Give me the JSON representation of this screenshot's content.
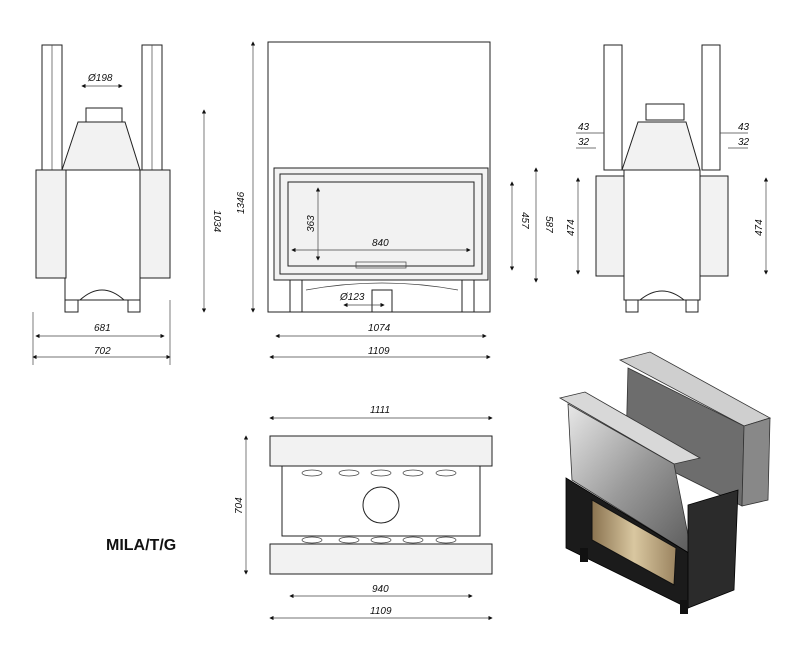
{
  "model_name": "MILA/T/G",
  "dimensions": {
    "side_chimney_dia": "Ø198",
    "side_height": "1034",
    "side_inner_width": "681",
    "side_outer_width": "702",
    "front_total_height": "1346",
    "front_glass_height": "363",
    "front_glass_width": "840",
    "front_frame_height_inner": "457",
    "front_frame_height_outer": "587",
    "front_air_inlet_dia": "Ø123",
    "front_inner_width": "1074",
    "front_outer_width": "1109",
    "rear_offset_left": "43",
    "rear_offset_left_2": "32",
    "rear_offset_right": "43",
    "rear_offset_right_2": "32",
    "rear_height_left": "474",
    "rear_height_right": "474",
    "top_width": "1111",
    "top_depth": "704",
    "top_inner_width": "940",
    "top_outer_width": "1109"
  }
}
